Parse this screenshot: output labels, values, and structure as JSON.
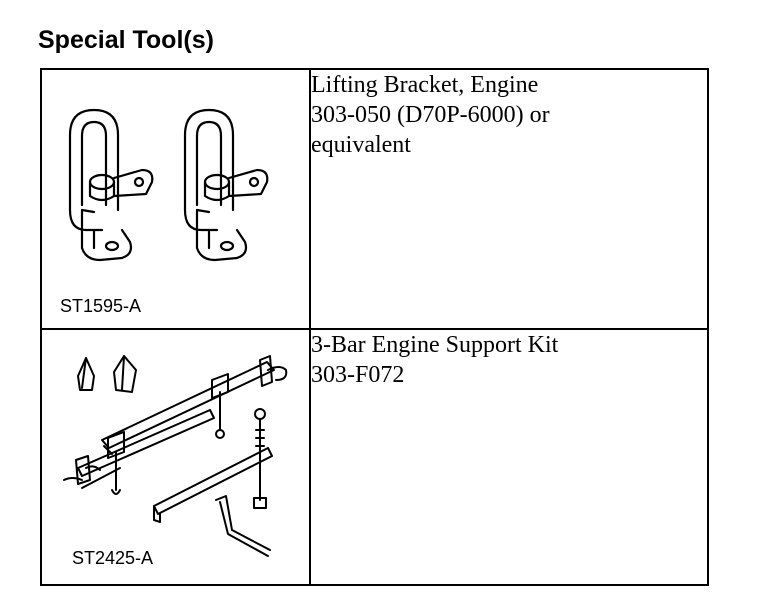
{
  "heading": "Special Tool(s)",
  "tools": [
    {
      "tool_id": "ST1595-A",
      "icon": "lifting-bracket-illustration",
      "description": [
        "Lifting Bracket, Engine",
        "303-050 (D70P-6000) or",
        "equivalent"
      ]
    },
    {
      "tool_id": "ST2425-A",
      "icon": "engine-support-kit-illustration",
      "description": [
        "3-Bar Engine Support Kit",
        "303-F072"
      ]
    }
  ]
}
